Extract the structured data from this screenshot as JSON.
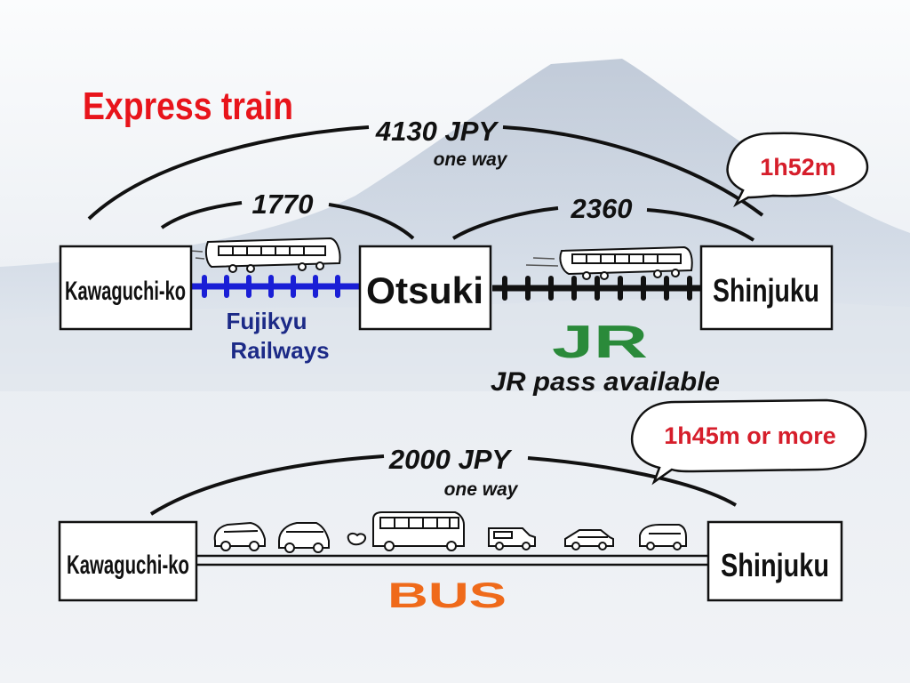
{
  "express": {
    "title": "Express train",
    "total_fare": "4130 JPY",
    "total_note": "one way",
    "duration": "1h52m",
    "segments": [
      {
        "fare": "1770",
        "operator": [
          "Fujikyu",
          "Railways"
        ]
      },
      {
        "fare": "2360",
        "operator_logo": "JR",
        "note": "JR pass available"
      }
    ],
    "stations": [
      "Kawaguchi-ko",
      "Otsuki",
      "Shinjuku"
    ]
  },
  "bus": {
    "fare": "2000 JPY",
    "fare_note": "one way",
    "duration": "1h45m or more",
    "label": "BUS",
    "stations": [
      "Kawaguchi-ko",
      "Shinjuku"
    ]
  },
  "colors": {
    "title_red": "#e8141b",
    "fujikyu_blue": "#1a1fd6",
    "fujikyu_text": "#1c2a87",
    "jr_green": "#2a8a3a",
    "bus_orange": "#ef6a1a",
    "duration_red": "#d61e2b"
  }
}
